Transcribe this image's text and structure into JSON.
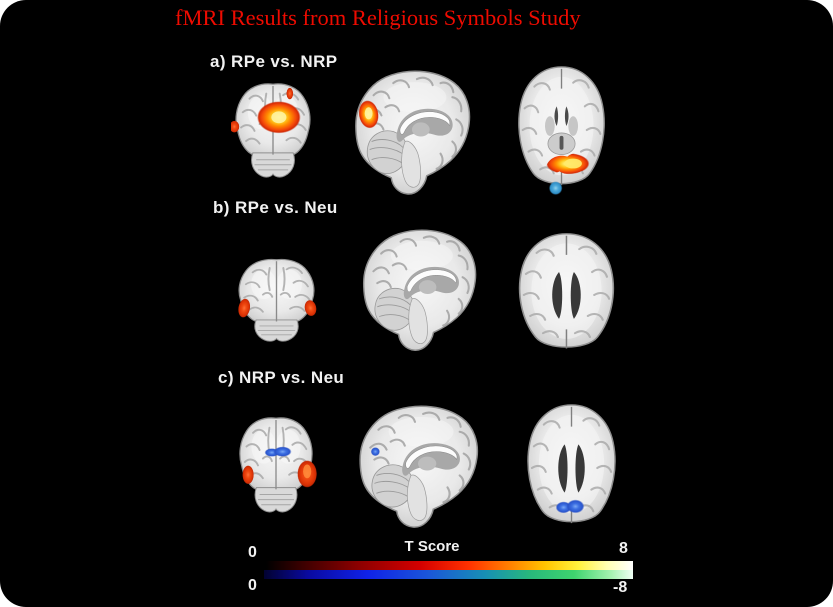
{
  "title": {
    "text": "fMRI Results from Religious Symbols Study"
  },
  "rows": [
    {
      "id": "a",
      "label": "a) RPe vs. NRP"
    },
    {
      "id": "b",
      "label": "b) RPe vs. Neu"
    },
    {
      "id": "c",
      "label": "c) NRP vs. Neu"
    }
  ],
  "colorbar": {
    "title": "T Score",
    "positive_scale": {
      "min_label": "0",
      "max_label": "8"
    },
    "negative_scale": {
      "min_label": "0",
      "max_label": "-8"
    }
  },
  "colors": {
    "page": "#ffffff",
    "background": "#000000",
    "title_color": "#ee0b00",
    "label_color": "#f2f2f2",
    "positive_activation": "#ff8a00",
    "positive_core": "#ffe96a",
    "negative_activation": "#2f6fd9",
    "negative_activation_cyan": "#3da0d4"
  }
}
